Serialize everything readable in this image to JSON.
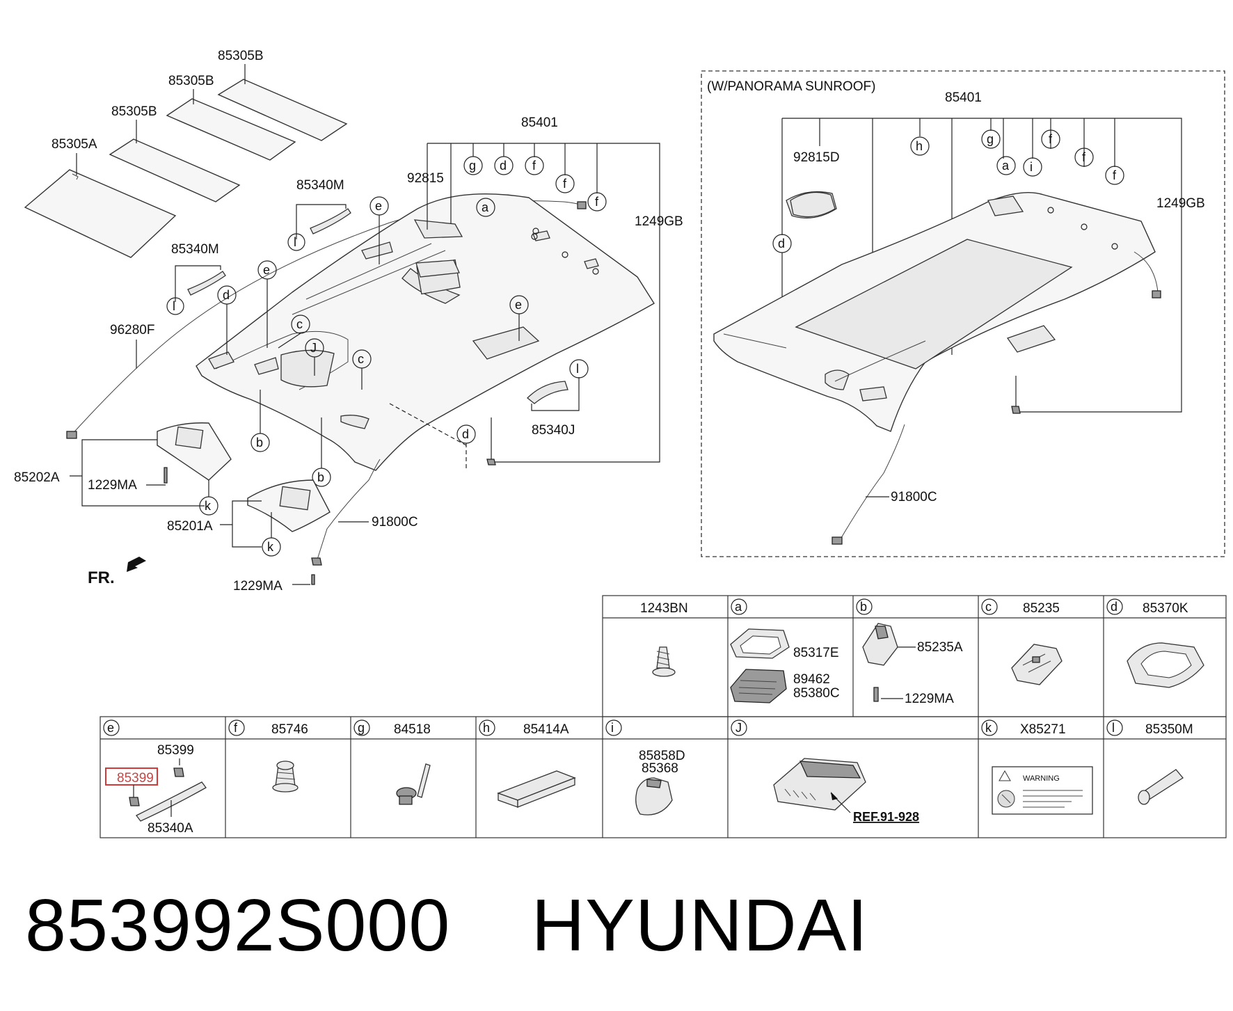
{
  "diagram": {
    "callouts": {
      "p85305B_1": "85305B",
      "p85305B_2": "85305B",
      "p85305B_3": "85305B",
      "p85305A": "85305A",
      "p85340M_1": "85340M",
      "p85340M_2": "85340M",
      "p96280F": "96280F",
      "p92815": "92815",
      "p85401_main": "85401",
      "p1249GB_main": "1249GB",
      "p85202A": "85202A",
      "p1229MA_1": "1229MA",
      "p85201A": "85201A",
      "p1229MA_2": "1229MA",
      "p91800C_main": "91800C",
      "p85340J": "85340J",
      "fr": "FR.",
      "sunroof_title": "(W/PANORAMA SUNROOF)",
      "p85401_sun": "85401",
      "p92815D": "92815D",
      "p1249GB_sun": "1249GB",
      "p91800C_sun": "91800C"
    },
    "letters": {
      "a": "a",
      "b": "b",
      "c": "c",
      "d": "d",
      "e": "e",
      "f": "f",
      "g": "g",
      "h": "h",
      "i": "i",
      "J": "J",
      "k": "k",
      "l": "l"
    },
    "table": {
      "row1": {
        "c0_head": "1243BN",
        "a_head": "",
        "a_p1": "85317E",
        "a_p2": "89462",
        "a_p3": "85380C",
        "b_p1": "85235A",
        "b_p2": "1229MA",
        "c_head": "85235",
        "d_head": "85370K"
      },
      "row2": {
        "e_p1": "85399",
        "e_p2": "85399",
        "e_p3": "85340A",
        "f_head": "85746",
        "g_head": "84518",
        "h_head": "85414A",
        "i_p1": "85858D",
        "i_p2": "85368",
        "j_ref": "REF.91-928",
        "k_head": "X85271",
        "k_warning": "WARNING",
        "l_head": "85350M"
      }
    }
  },
  "footer": {
    "part_number": "853992S000",
    "brand": "HYUNDAI"
  }
}
